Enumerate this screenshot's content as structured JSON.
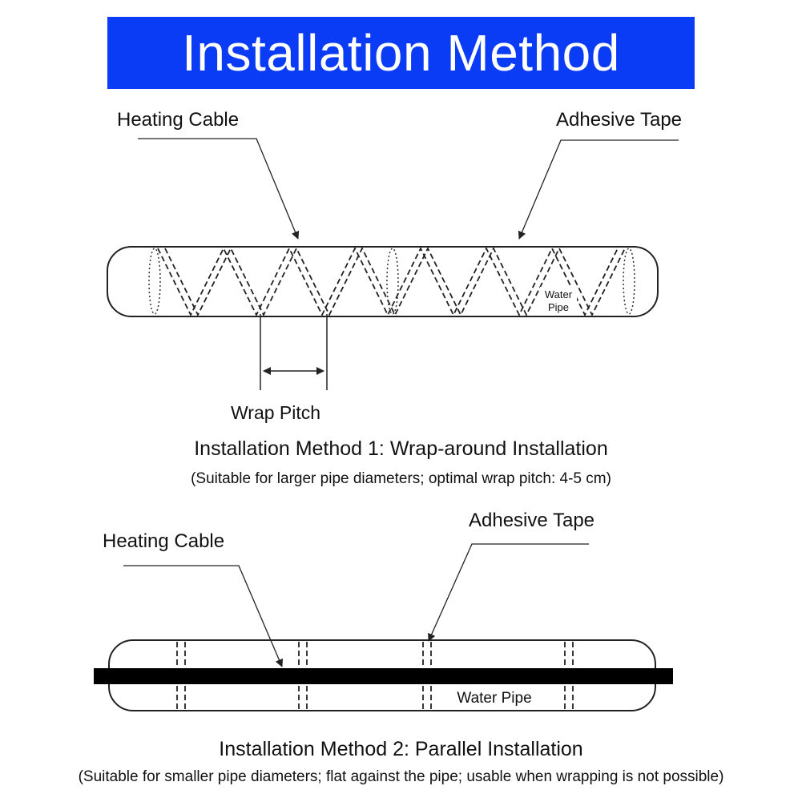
{
  "header": {
    "title": "Installation Method"
  },
  "method1": {
    "heating_cable_label": "Heating Cable",
    "adhesive_tape_label": "Adhesive Tape",
    "water_pipe_label_line1": "Water",
    "water_pipe_label_line2": "Pipe",
    "wrap_pitch_label": "Wrap Pitch",
    "title": "Installation Method 1: Wrap-around Installation",
    "subtitle": "(Suitable for larger pipe diameters; optimal wrap pitch: 4-5 cm)"
  },
  "method2": {
    "heating_cable_label": "Heating Cable",
    "adhesive_tape_label": "Adhesive Tape",
    "water_pipe_label": "Water Pipe",
    "title": "Installation Method 2: Parallel Installation",
    "subtitle": "(Suitable for smaller pipe diameters; flat against the pipe; usable when wrapping is not possible)"
  },
  "colors": {
    "banner": "#0a3cf5",
    "banner_text": "#ffffff",
    "line": "#222222"
  }
}
